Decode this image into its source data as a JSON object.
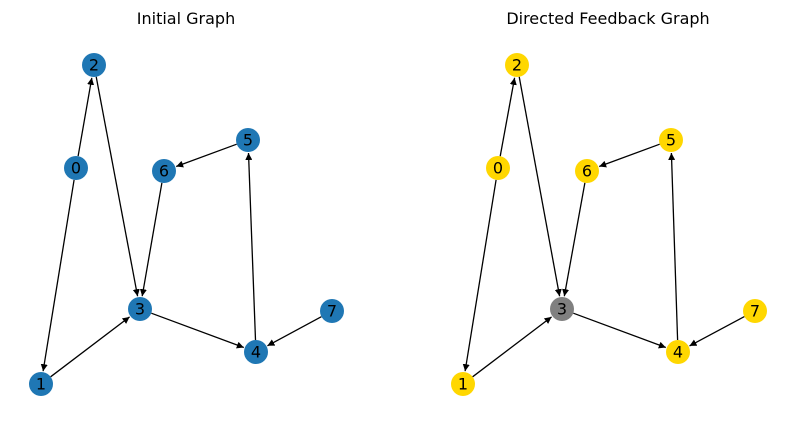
{
  "panels": [
    {
      "title": "Initial Graph",
      "nodes": [
        {
          "id": "0",
          "color": "#1f77b4"
        },
        {
          "id": "1",
          "color": "#1f77b4"
        },
        {
          "id": "2",
          "color": "#1f77b4"
        },
        {
          "id": "3",
          "color": "#1f77b4"
        },
        {
          "id": "4",
          "color": "#1f77b4"
        },
        {
          "id": "5",
          "color": "#1f77b4"
        },
        {
          "id": "6",
          "color": "#1f77b4"
        },
        {
          "id": "7",
          "color": "#1f77b4"
        }
      ],
      "edges": [
        {
          "from": "0",
          "to": "2"
        },
        {
          "from": "0",
          "to": "1"
        },
        {
          "from": "2",
          "to": "3"
        },
        {
          "from": "6",
          "to": "3"
        },
        {
          "from": "5",
          "to": "6"
        },
        {
          "from": "4",
          "to": "5"
        },
        {
          "from": "1",
          "to": "3"
        },
        {
          "from": "3",
          "to": "4"
        },
        {
          "from": "7",
          "to": "4"
        }
      ]
    },
    {
      "title": "Directed Feedback Graph",
      "nodes": [
        {
          "id": "0",
          "color": "#ffd700"
        },
        {
          "id": "1",
          "color": "#ffd700"
        },
        {
          "id": "2",
          "color": "#ffd700"
        },
        {
          "id": "3",
          "color": "#808080"
        },
        {
          "id": "4",
          "color": "#ffd700"
        },
        {
          "id": "5",
          "color": "#ffd700"
        },
        {
          "id": "6",
          "color": "#ffd700"
        },
        {
          "id": "7",
          "color": "#ffd700"
        }
      ],
      "edges": [
        {
          "from": "0",
          "to": "2"
        },
        {
          "from": "0",
          "to": "1"
        },
        {
          "from": "2",
          "to": "3"
        },
        {
          "from": "6",
          "to": "3"
        },
        {
          "from": "5",
          "to": "6"
        },
        {
          "from": "4",
          "to": "5"
        },
        {
          "from": "1",
          "to": "3"
        },
        {
          "from": "3",
          "to": "4"
        },
        {
          "from": "7",
          "to": "4"
        }
      ]
    }
  ]
}
